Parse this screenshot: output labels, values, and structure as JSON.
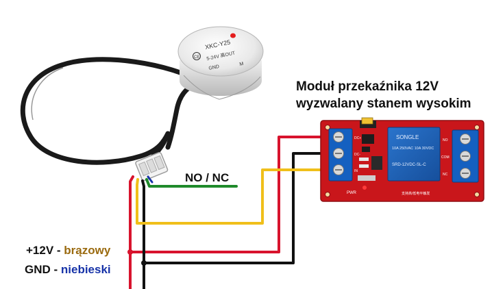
{
  "relay_title": {
    "line1": "Moduł przekaźnika 12V",
    "line2": "wyzwalany stanem wysokim"
  },
  "wire_labels": {
    "signal": "NO / NC",
    "power_prefix": "+12V",
    "power_sep": " - ",
    "power_color_name": "brązowy",
    "ground_prefix": "GND",
    "ground_sep": " - ",
    "ground_color_name": "niebieski"
  },
  "sensor_markings": {
    "model": "XKC-Y25",
    "cert": "CE",
    "rating": "5-24V 高OUT",
    "pin_a": "GND",
    "pin_b": "M"
  },
  "relay_markings": {
    "brand": "SONGLE",
    "part": "SRD-12VDC-SL-C",
    "ratings": "10A 250VAC 10A 30VDC",
    "pins_left": [
      "DC+",
      "DC-",
      "IN"
    ],
    "pins_right": [
      "NO",
      "COM",
      "NC"
    ],
    "indicator": "PWR",
    "trigger_note": "支持高/低电平触发"
  },
  "colors": {
    "wire_red": "#d8132d",
    "wire_black": "#111111",
    "wire_yellow": "#f0bf1a",
    "wire_green": "#1f8a2b",
    "board_red": "#c9161b",
    "relay_blue": "#1c5fb5",
    "terminal_blue": "#1560c0",
    "brown_text": "#9a6a0f",
    "blue_text": "#1733a8"
  }
}
